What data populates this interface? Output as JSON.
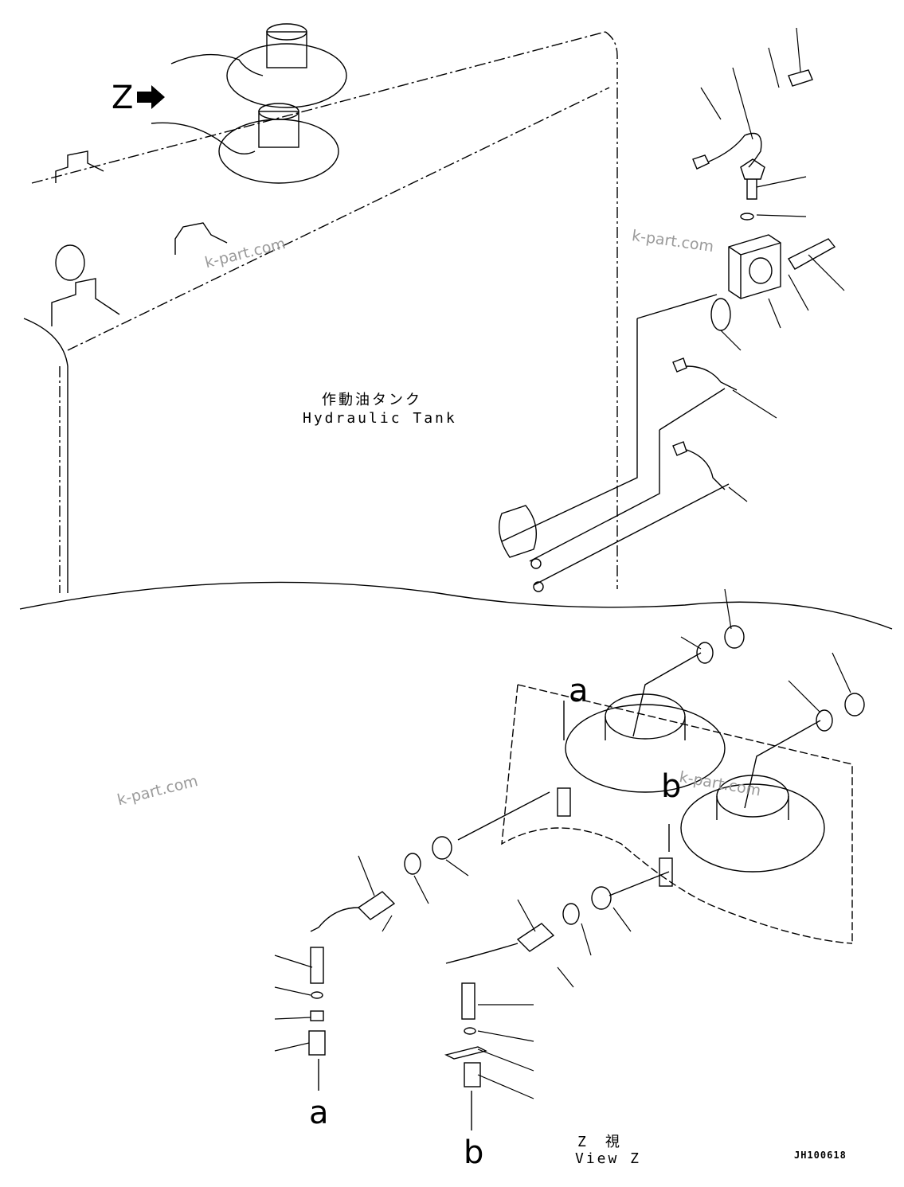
{
  "diagram": {
    "tank_label_jp": "作動油タンク",
    "tank_label_en": "Hydraulic Tank",
    "view_marker": "Z",
    "view_label_jp": "Z　視",
    "view_label_en": "View Z",
    "ref_a": "a",
    "ref_b": "b",
    "drawing_code": "JH100618",
    "watermark": "k-part.com"
  }
}
